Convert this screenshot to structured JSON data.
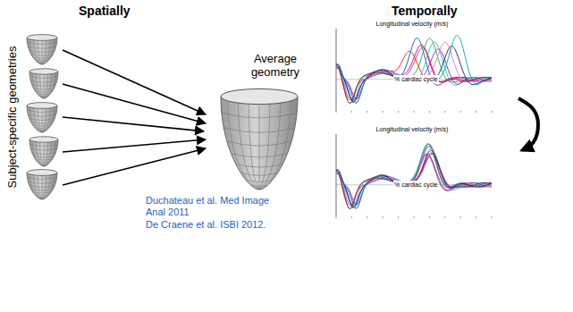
{
  "diagram": {
    "nodes": [
      {
        "text": [
          "Subject-specific geometries"
        ]
      },
      {
        "text": [
          "Average geometry"
        ]
      },
      {
        "text": [
          "Longitudinal velocity (m/s)",
          "% cardiac cycle"
        ]
      },
      {
        "text": [
          "Longitudinal velocity (m/s)",
          "% cardiac cycle"
        ]
      }
    ],
    "edges": [
      {
        "from": 0,
        "to": 1,
        "arrow": "to"
      },
      {
        "from": 2,
        "to": 3,
        "arrow": "to"
      }
    ],
    "labels": [
      "Spatially",
      "Temporally",
      "Duchateau et al. Med Image Anal 2011",
      "De Craene et al. ISBI 2012."
    ]
  }
}
